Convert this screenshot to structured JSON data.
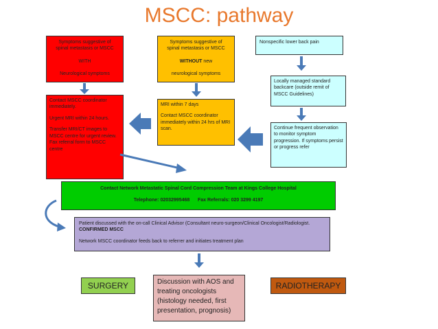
{
  "title": "MSCC: pathway",
  "boxes": {
    "red_symptoms": {
      "line1": "Symptoms suggestive of",
      "line2": "spinal metastasis or MSCC",
      "line3": "WITH",
      "line4": "Neurological symptoms"
    },
    "yellow_symptoms": {
      "line1": "Symptoms suggestive of",
      "line2": "spinal metastasis or MSCC",
      "line3_bold": "WITHOUT",
      "line3_rest": " new",
      "line4": "neurological symptoms"
    },
    "nonspecific": {
      "text": "Nonspecific lower back pain"
    },
    "locally_managed": {
      "text": "Locally managed standard backcare (outside remit of MSCC Guidelines)"
    },
    "red_contact": {
      "p1": "Contact MSCC coordinator immediately.",
      "p2": "Urgent MRI within 24 hours.",
      "p3": "Transfer MRI/CT images to MSCC centre for urgent review. Fax referral form to MSCC centre"
    },
    "yellow_mri": {
      "p1": "MRI within 7 days",
      "p2": "Contact MSCC coordinator immediately within 24 hrs of MRI scan."
    },
    "continue_obs": {
      "text": "Continue frequent observation to monitor symptom progression. If symptoms persist or progress refer"
    },
    "green_contact": {
      "line1": "Contact Network Metastatic Spinal Cord Compression Team at Kings College Hospital",
      "line2": "Telephone: 02032995468      Fax Referrals: 020 3299 4197"
    },
    "purple": {
      "p1": "Patient discussed with the on-call Clinical Advisor (Consultant neuro-surgeon/Clinical Oncologist/Radiologist.",
      "p1_bold": "CONFIRMED MSCC",
      "p2": "Network MSCC coordinator feeds back to referrer and initiates treatment plan"
    },
    "surgery": {
      "text": "SURGERY"
    },
    "discussion": {
      "text": "Discussion with AOS and treating oncologists (histology needed, first presentation, prognosis)"
    },
    "radiotherapy": {
      "text": "RADIOTHERAPY"
    }
  },
  "colors": {
    "title": "#e8782c",
    "red": "#ff0000",
    "yellow": "#ffc000",
    "cyan": "#ccffff",
    "green": "#00cc00",
    "purple": "#b4a7d6",
    "light_green": "#92d050",
    "pink": "#e6b8b7",
    "brown": "#c0590f",
    "arrow": "#4a7ab7"
  }
}
